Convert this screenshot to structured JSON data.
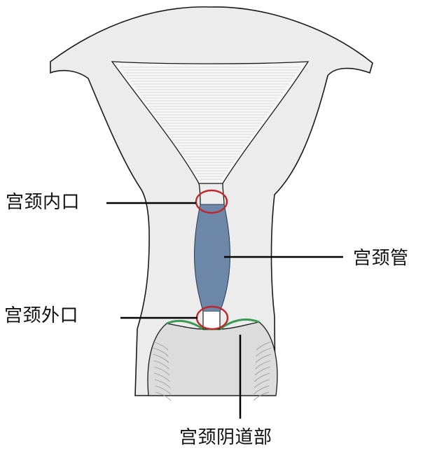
{
  "labels": {
    "internal_os": "宫颈内口",
    "cervical_canal": "宫颈管",
    "external_os": "宫颈外口",
    "vaginal_portion": "宫颈阴道部"
  },
  "colors": {
    "tissue": "#ececec",
    "outline": "#1a1a1a",
    "canal": "#6c87a8",
    "marker_circle": "#c0272d",
    "mucosa_edge": "#3a9a55",
    "vagina_wall": "#dcdcdc",
    "leader_line": "#000000"
  }
}
